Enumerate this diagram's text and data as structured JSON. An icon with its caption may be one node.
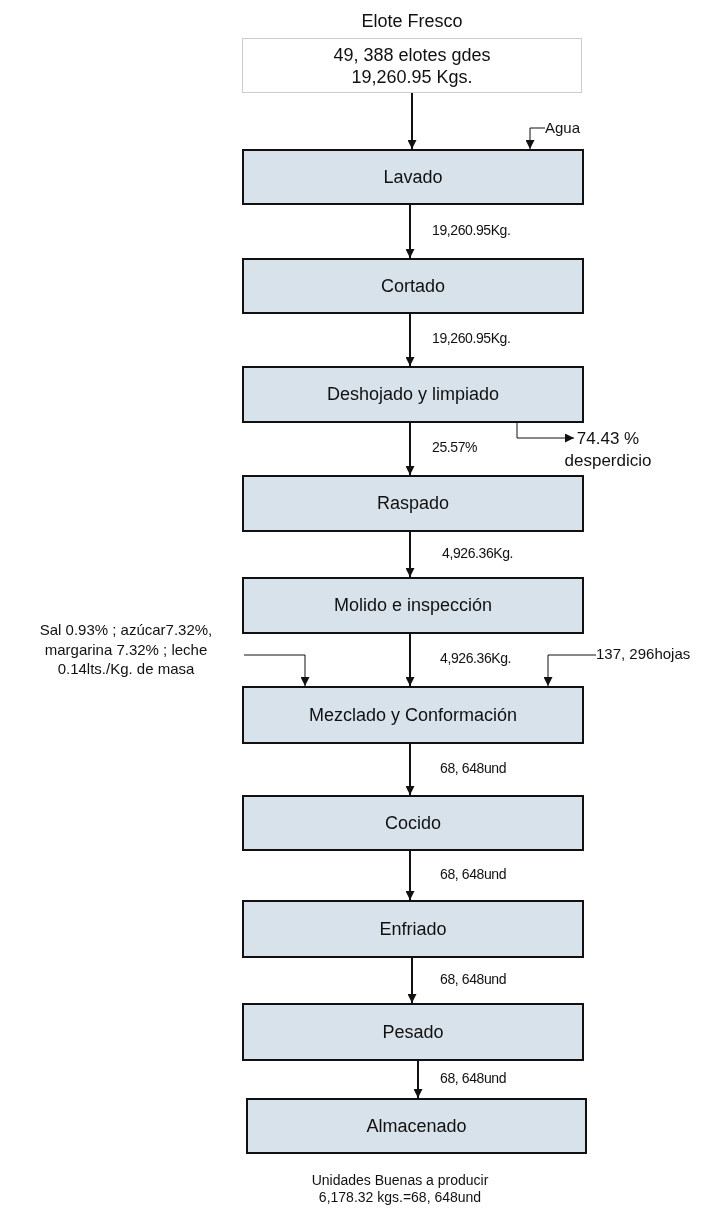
{
  "diagram": {
    "nodes": [
      {
        "text": [
          "Elote Fresco",
          "49, 388 elotes gdes 19,260.95 Kgs."
        ]
      },
      {
        "text": [
          "Agua"
        ]
      },
      {
        "text": [
          "Lavado"
        ]
      },
      {
        "text": [
          "Cortado"
        ]
      },
      {
        "text": [
          "Deshojado y limpiado"
        ]
      },
      {
        "text": [
          "74.43 % desperdicio"
        ]
      },
      {
        "text": [
          "Raspado"
        ]
      },
      {
        "text": [
          "Molido e inspección"
        ]
      },
      {
        "text": [
          "Sal 0.93% ; azúcar7.32%, margarina 7.32% ; leche 0.14lts./Kg. de masa"
        ]
      },
      {
        "text": [
          "137, 296hojas"
        ]
      },
      {
        "text": [
          "Mezclado y Conformación"
        ]
      },
      {
        "text": [
          "Cocido"
        ]
      },
      {
        "text": [
          "Enfriado"
        ]
      },
      {
        "text": [
          "Pesado"
        ]
      },
      {
        "text": [
          "Almacenado"
        ]
      }
    ],
    "edges": [
      {
        "from": 0,
        "to": 2,
        "arrow": "to"
      },
      {
        "from": 1,
        "to": 2,
        "arrow": "to"
      },
      {
        "from": 2,
        "to": 3,
        "arrow": "to",
        "label": "19,260.95Kg."
      },
      {
        "from": 3,
        "to": 4,
        "arrow": "to",
        "label": "19,260.95Kg."
      },
      {
        "from": 4,
        "to": 6,
        "arrow": "to",
        "label": "25.57%"
      },
      {
        "from": 4,
        "to": 5,
        "arrow": "to"
      },
      {
        "from": 6,
        "to": 7,
        "arrow": "to",
        "label": "4,926.36Kg."
      },
      {
        "from": 7,
        "to": 10,
        "arrow": "to",
        "label": "4,926.36Kg."
      },
      {
        "from": 8,
        "to": 10,
        "arrow": "to"
      },
      {
        "from": 9,
        "to": 10,
        "arrow": "to"
      },
      {
        "from": 10,
        "to": 11,
        "arrow": "to",
        "label": "68, 648und"
      },
      {
        "from": 11,
        "to": 12,
        "arrow": "to",
        "label": "68, 648und"
      },
      {
        "from": 12,
        "to": 13,
        "arrow": "to",
        "label": "68, 648und"
      },
      {
        "from": 13,
        "to": 14,
        "arrow": "to",
        "label": "68, 648und"
      }
    ],
    "labels": [
      "Unidades Buenas a producir",
      "6,178.32 kgs.=68, 648und"
    ]
  }
}
